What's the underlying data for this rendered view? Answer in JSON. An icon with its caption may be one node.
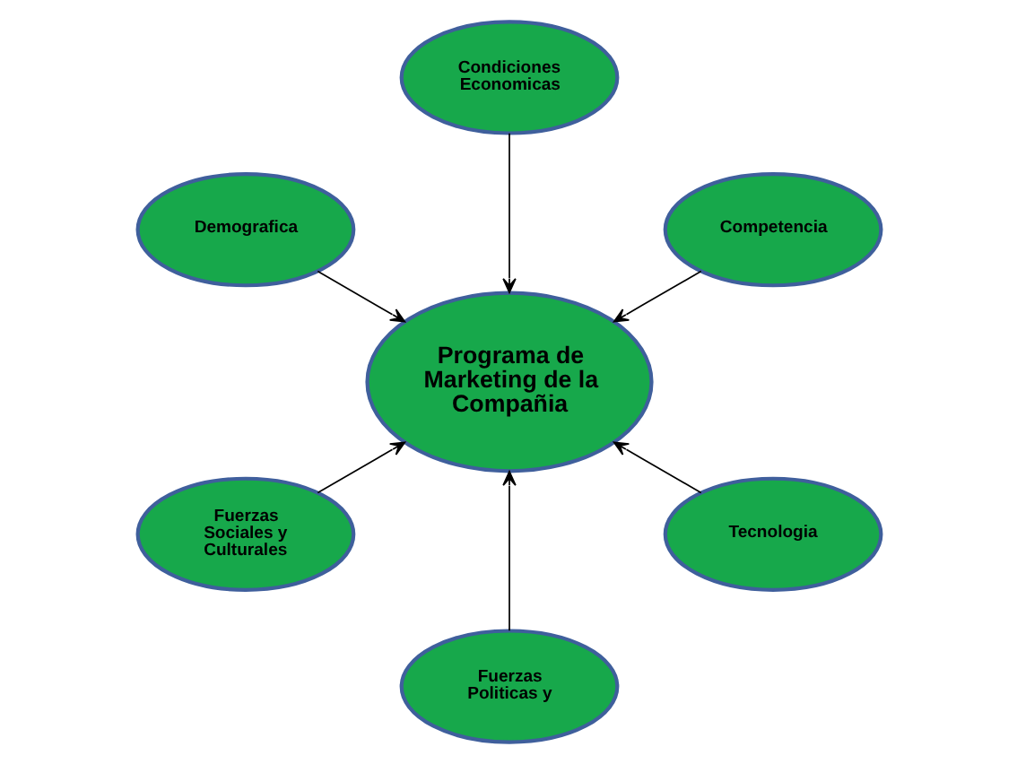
{
  "diagram": {
    "nodes": [
      {
        "text": [
          "Condiciones Economicas"
        ]
      },
      {
        "text": [
          "Demografica"
        ]
      },
      {
        "text": [
          "Competencia"
        ]
      },
      {
        "text": [
          "Programa de Marketing de la Compañia"
        ]
      },
      {
        "text": [
          "Fuerzas Sociales y Culturales"
        ]
      },
      {
        "text": [
          "Tecnologia"
        ]
      },
      {
        "text": [
          "Fuerzas Politicas y"
        ]
      }
    ],
    "edges": [
      {
        "from": 0,
        "to": 3,
        "arrow": "to"
      },
      {
        "from": 1,
        "to": 3,
        "arrow": "to"
      },
      {
        "from": 2,
        "to": 3,
        "arrow": "to"
      },
      {
        "from": 4,
        "to": 3,
        "arrow": "to"
      },
      {
        "from": 5,
        "to": 3,
        "arrow": "to"
      },
      {
        "from": 6,
        "to": 3,
        "arrow": "to"
      }
    ]
  }
}
